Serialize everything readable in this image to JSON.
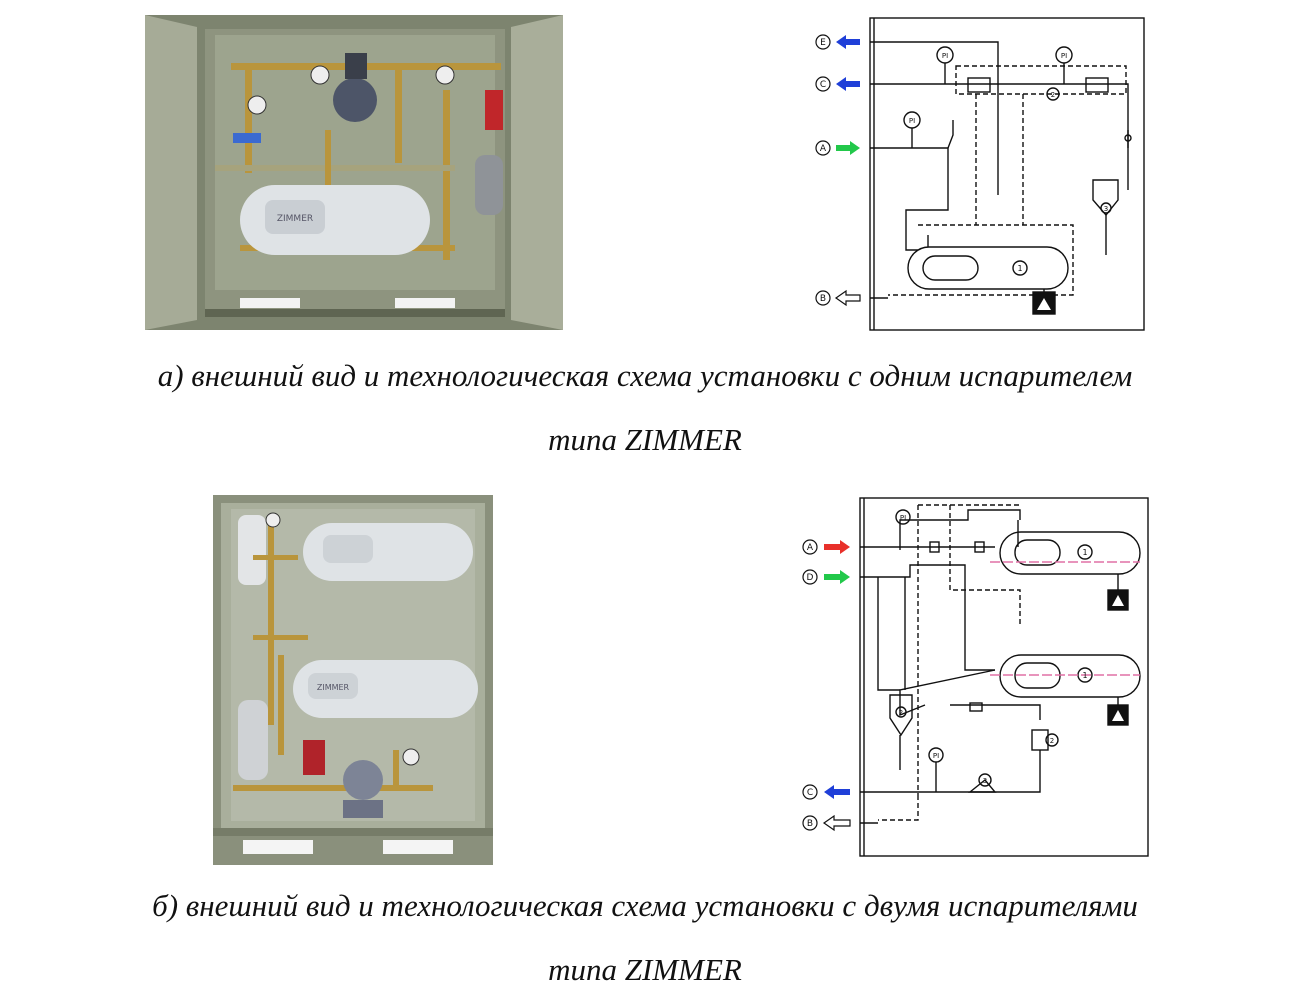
{
  "figures": [
    {
      "caption_line1": "а) внешний вид и технологическая схема установки с одним испарителем",
      "caption_line2": "типа ZIMMER",
      "photo_label": "ZIMMER",
      "schema_markers": [
        "E",
        "C",
        "A",
        "B"
      ],
      "schema_gauge_labels": [
        "PI",
        "PI",
        "PI"
      ],
      "schema_numbers": [
        "1",
        "2",
        "3"
      ]
    },
    {
      "caption_line1": "б) внешний вид и технологическая схема установки с двумя испарителями",
      "caption_line2": "типа ZIMMER",
      "photo_label": "ZIMMER",
      "schema_markers": [
        "A",
        "D",
        "C",
        "B"
      ],
      "schema_gauge_labels": [
        "PI",
        "PI"
      ],
      "schema_numbers": [
        "1",
        "1",
        "2",
        "2",
        "3"
      ]
    }
  ],
  "colors": {
    "arrow_blue": "#1f3fd8",
    "arrow_green": "#22c84a",
    "arrow_red": "#e8302a",
    "cabinet": "#9aa08c",
    "vessel": "#dfe3e6"
  }
}
